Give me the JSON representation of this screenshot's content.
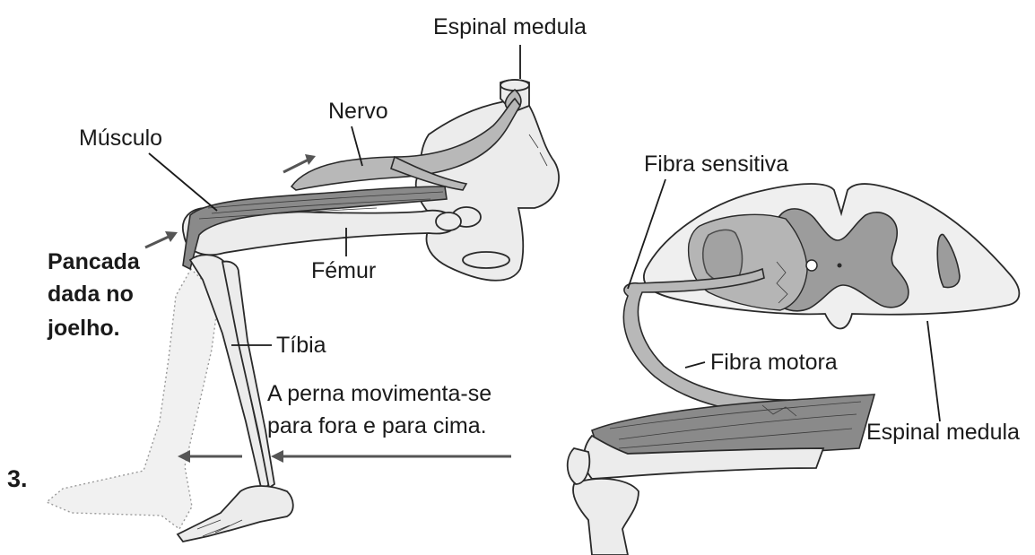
{
  "figure_number": "3.",
  "labels": {
    "espinal_medula_top": "Espinal medula",
    "nervo": "Nervo",
    "musculo": "Músculo",
    "femur": "Fémur",
    "pancada_line1": "Pancada",
    "pancada_line2": "dada no",
    "pancada_line3": "joelho.",
    "tibia": "Tíbia",
    "movement_line1": "A perna movimenta-se",
    "movement_line2": "para fora e para cima.",
    "fibra_sensitiva": "Fibra sensitiva",
    "fibra_motora": "Fibra motora",
    "espinal_medula_right": "Espinal medula"
  }
}
